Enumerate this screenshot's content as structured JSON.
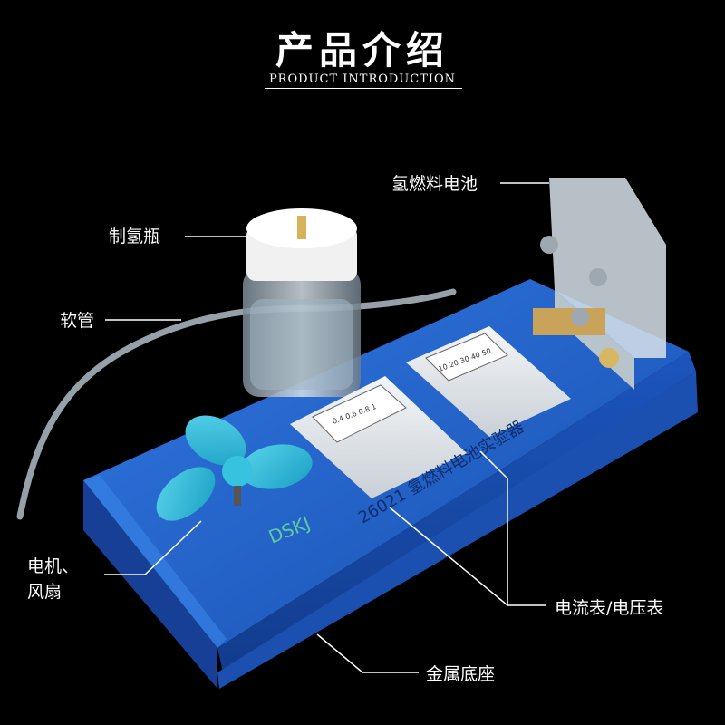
{
  "header": {
    "title": "产品介绍",
    "subtitle": "PRODUCT INTRODUCTION"
  },
  "labels": {
    "fuel_cell": "氢燃料电池",
    "bottle": "制氢瓶",
    "tube": "软管",
    "motor_line1": "电机、",
    "motor_line2": "风扇",
    "meters": "电流表/电压表",
    "base": "金属底座"
  },
  "device": {
    "side_text": "26021 氢燃料电池实验器",
    "brand": "DSKJ",
    "meter1_scale": [
      "0.4",
      "0.6",
      "0.8",
      "1"
    ],
    "meter2_scale": [
      "10",
      "20",
      "30",
      "40",
      "50"
    ]
  },
  "colors": {
    "background": "#000000",
    "base_blue": "#1f5fc4",
    "fan_cyan": "#2bb7d6"
  }
}
